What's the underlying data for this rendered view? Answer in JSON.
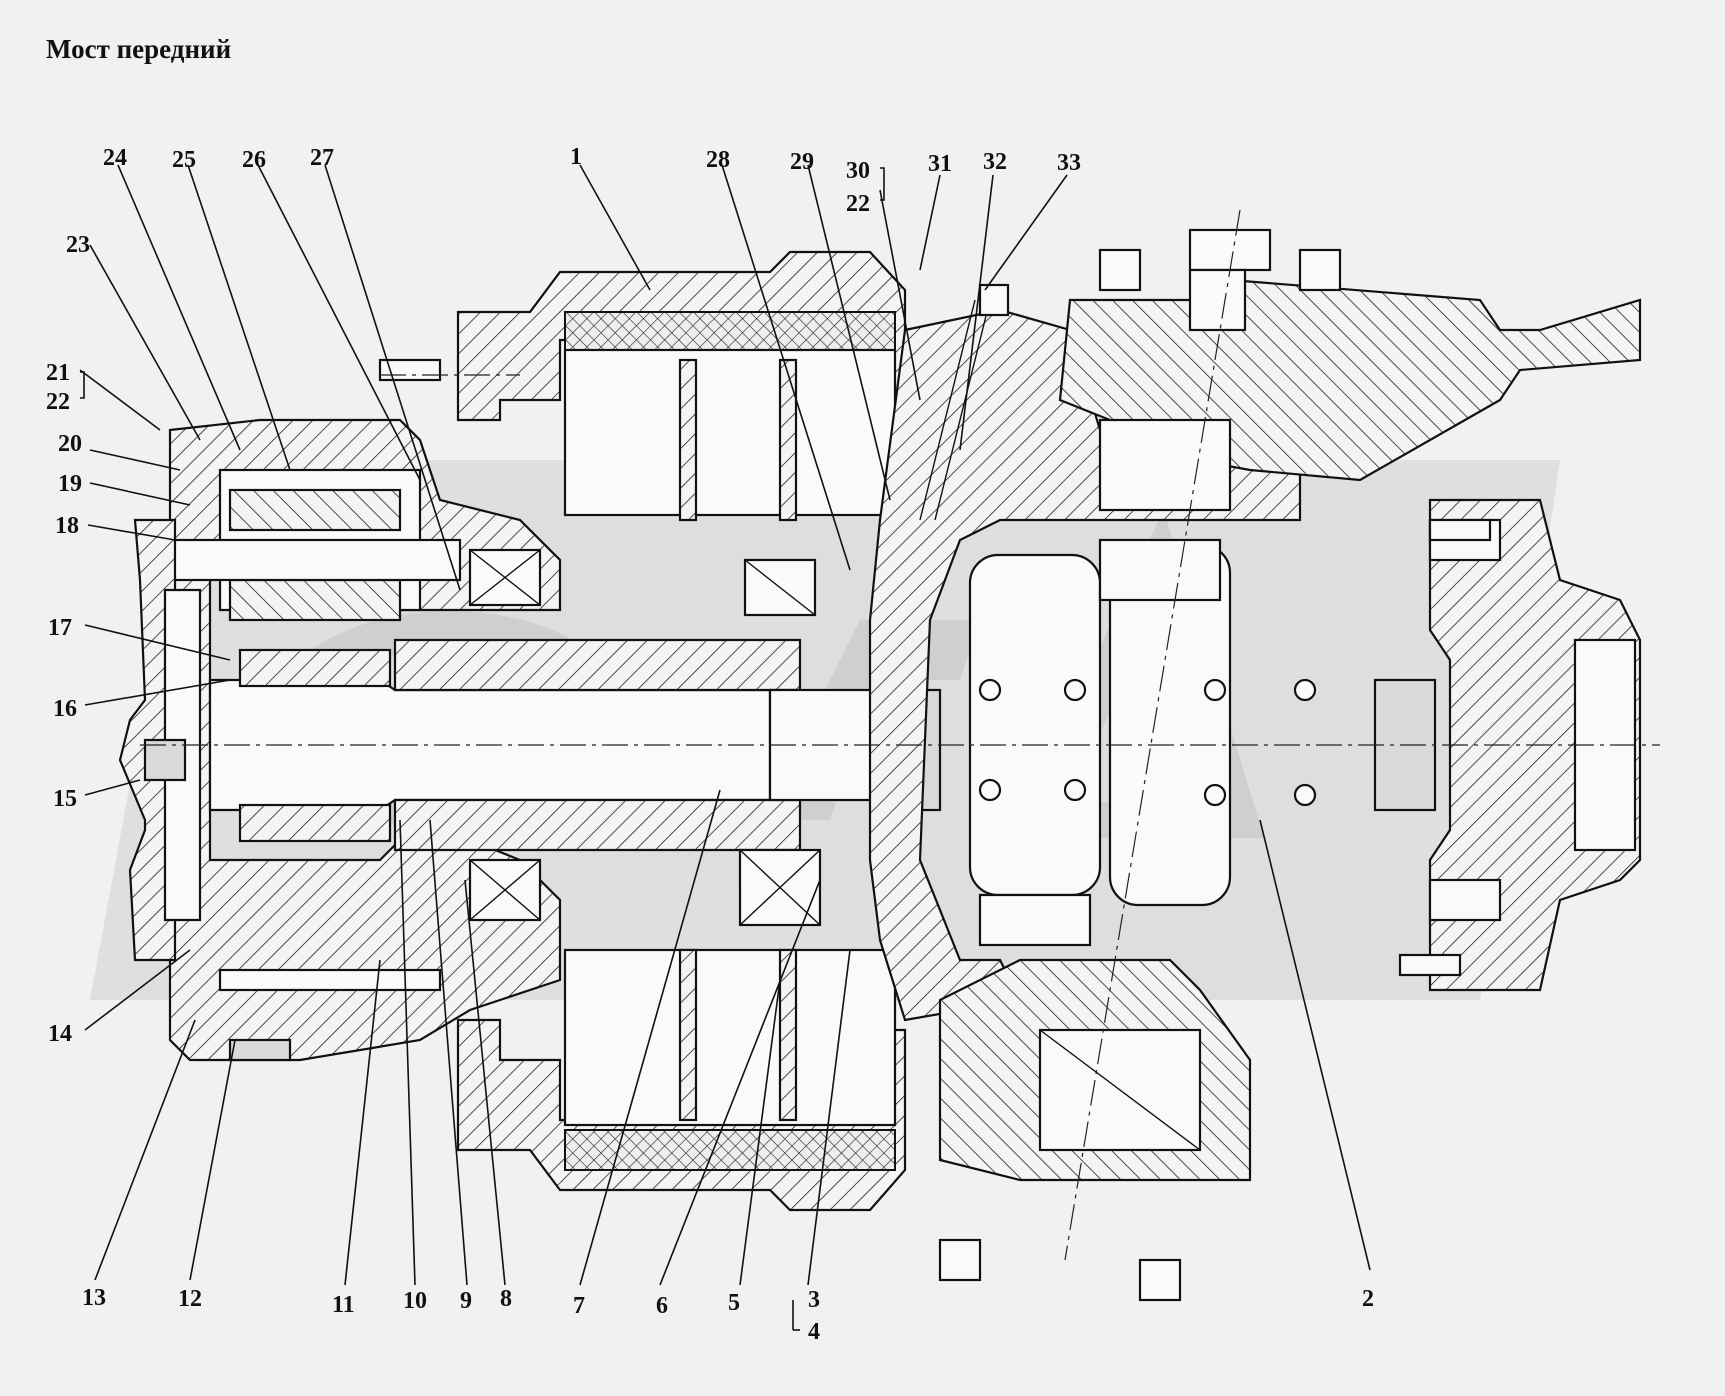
{
  "title": "Мост передний",
  "callouts": [
    "1",
    "2",
    "3",
    "4",
    "5",
    "6",
    "7",
    "8",
    "9",
    "10",
    "11",
    "12",
    "13",
    "14",
    "15",
    "16",
    "17",
    "18",
    "19",
    "20",
    "21",
    "22",
    "23",
    "24",
    "25",
    "26",
    "27",
    "28",
    "29",
    "30",
    "22",
    "31",
    "32",
    "33"
  ],
  "colors": {
    "background": "#f1f1f1",
    "ink": "#111111",
    "watermark": "#c9c9c9"
  }
}
